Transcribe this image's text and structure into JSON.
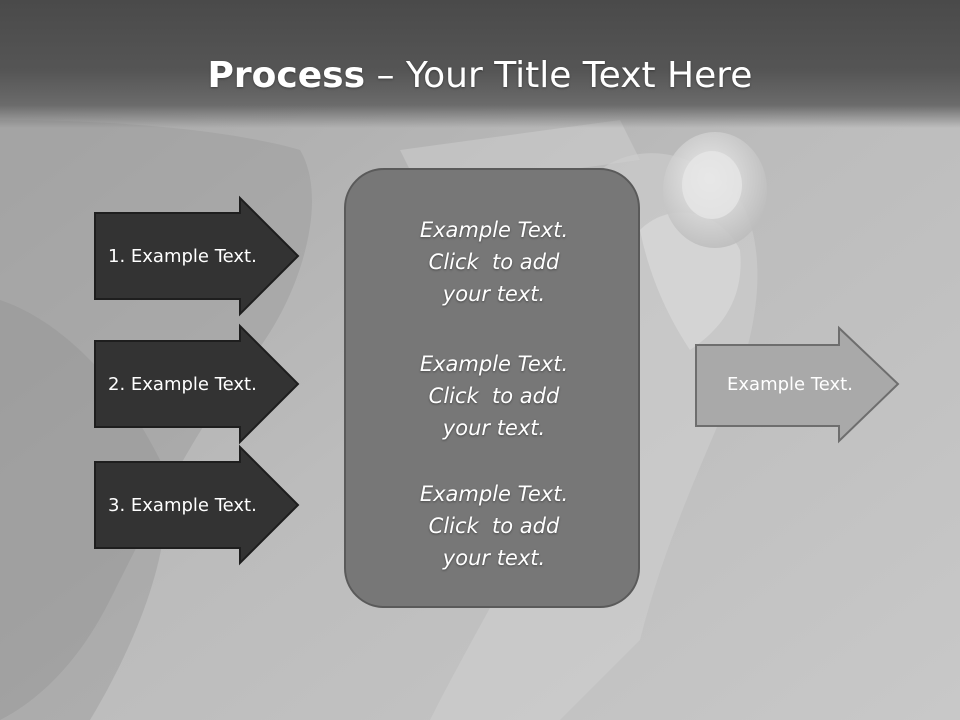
{
  "slide": {
    "title_bold": "Process",
    "title_rest": " – Your Title Text Here"
  },
  "inputs": [
    {
      "label": "1. Example Text."
    },
    {
      "label": "2. Example Text."
    },
    {
      "label": "3. Example Text."
    }
  ],
  "center": {
    "paragraphs": [
      {
        "line1": "Example Text.",
        "line2": "Click  to add",
        "line3": "your text."
      },
      {
        "line1": "Example Text.",
        "line2": "Click  to add",
        "line3": "your text."
      },
      {
        "line1": "Example Text.",
        "line2": "Click  to add",
        "line3": "your text."
      }
    ]
  },
  "output": {
    "label": "Example Text."
  },
  "colors": {
    "input_arrow_fill": "#333333",
    "output_arrow_fill": "#a9a9a9",
    "center_box_fill": "#777777",
    "text": "#ffffff"
  }
}
